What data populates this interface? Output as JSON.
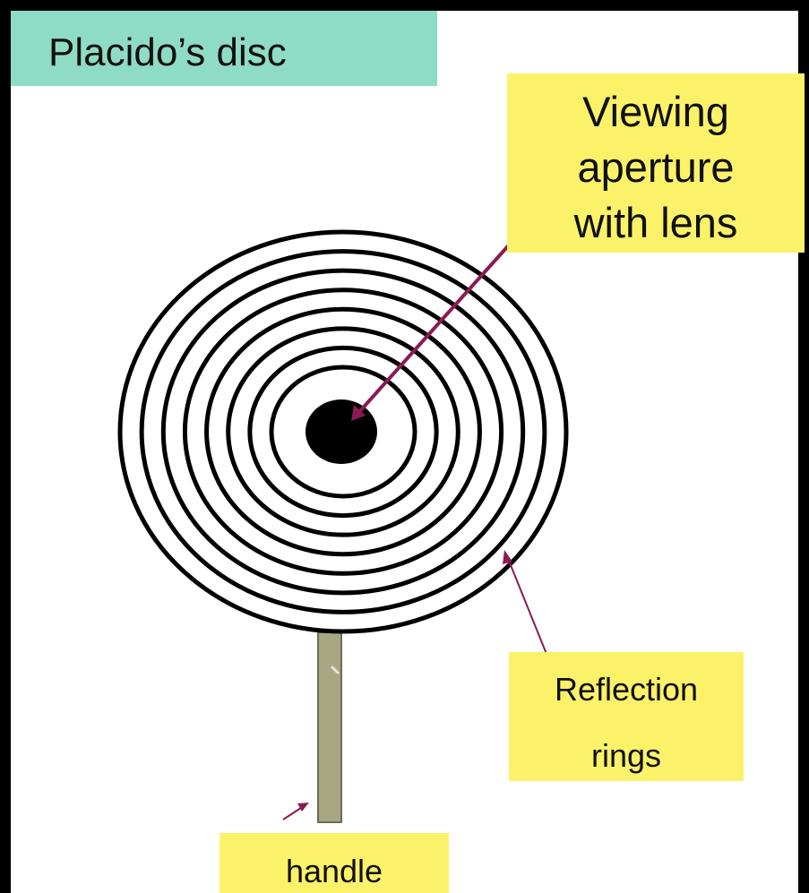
{
  "title": "Placido’s disc",
  "labels": {
    "viewing_aperture": [
      "Viewing",
      "aperture",
      "with lens"
    ],
    "reflection_rings": [
      "Reflection",
      "rings"
    ],
    "handle": "handle"
  },
  "colors": {
    "title_bg": "#8fdcc6",
    "label_bg": "#fbf26a",
    "ring": "#000000",
    "arrow": "#8b1a55",
    "handle_fill": "#a8a784"
  },
  "ring_count": 8
}
